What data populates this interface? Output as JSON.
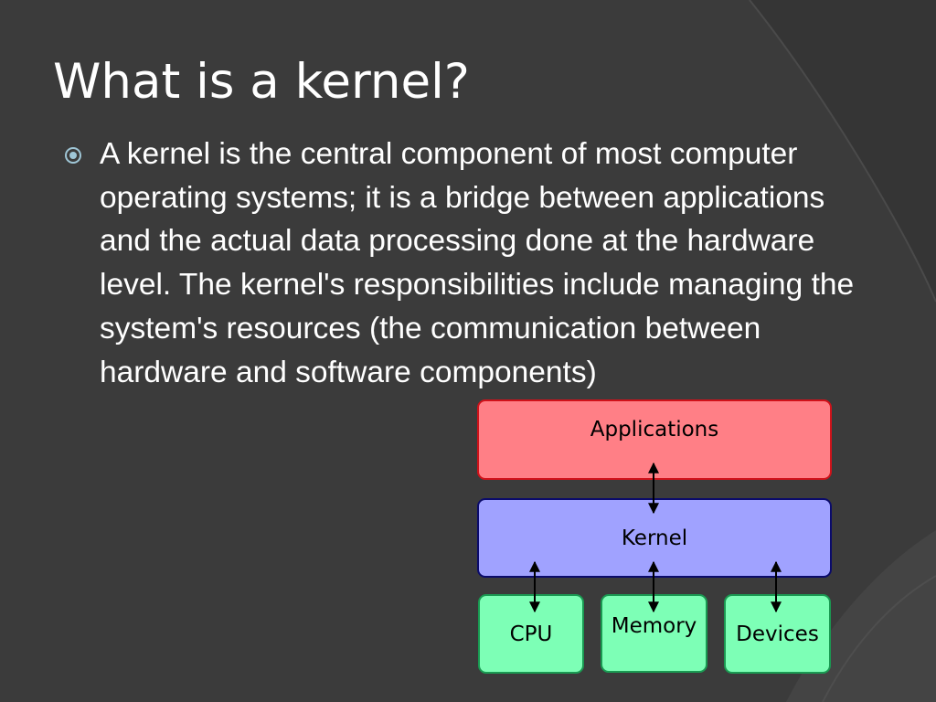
{
  "slide": {
    "title": "What is a kernel?",
    "bullet_icon": "circle-bullet-icon",
    "body": "A kernel is the central component of most computer operating systems; it is a bridge between applications and the actual data processing done at the hardware level. The kernel's responsibilities include managing the system's resources (the communication between hardware and software components)"
  },
  "diagram": {
    "applications_label": "Applications",
    "kernel_label": "Kernel",
    "cpu_label": "CPU",
    "memory_label": "Memory",
    "devices_label": "Devices",
    "colors": {
      "applications_fill": "#ff7f86",
      "kernel_fill": "#a0a2ff",
      "hardware_fill": "#7dffb6"
    }
  },
  "colors": {
    "background": "#3b3b3b",
    "text": "#ffffff"
  }
}
